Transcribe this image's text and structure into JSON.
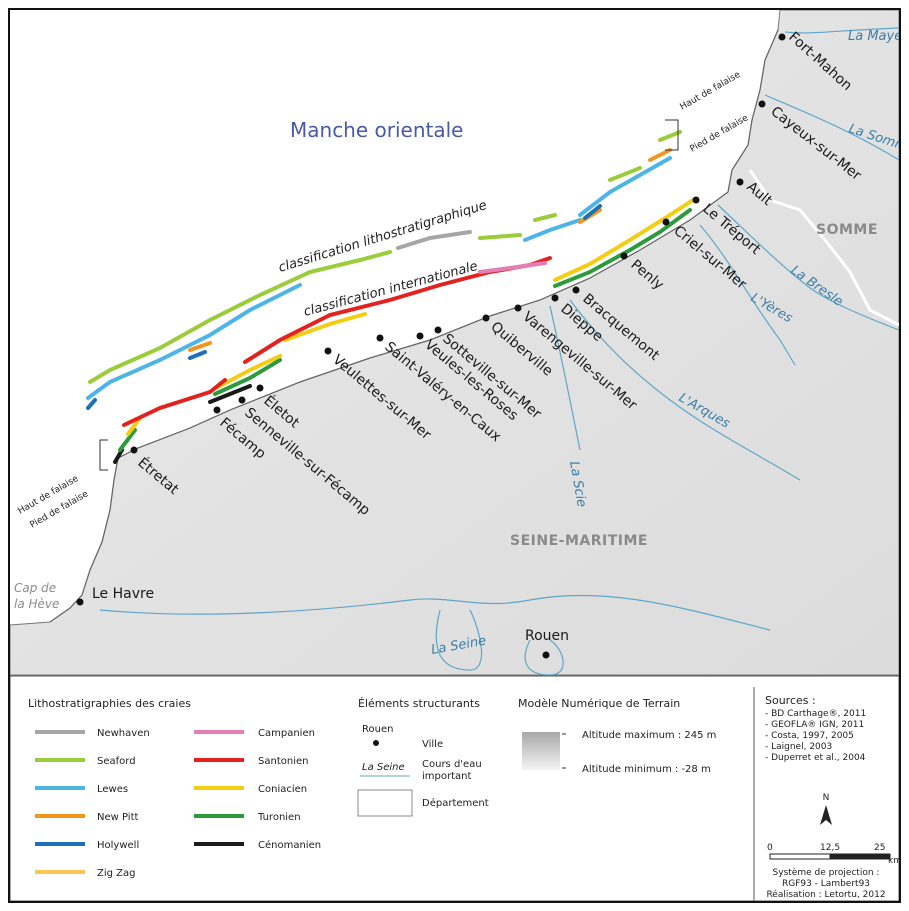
{
  "map": {
    "sea_label": "Manche orientale",
    "classification_litho": "classification lithostratigraphique",
    "classification_inter": "classification internationale",
    "cliff_top": "Haut de falaise",
    "cliff_foot": "Pied de falaise",
    "regions": {
      "somme": "SOMME",
      "seine_maritime": "SEINE-MARITIME"
    },
    "rivers": {
      "maye": "La Maye",
      "somme": "La Somme",
      "bresle": "La Bresle",
      "yeres": "L'Yères",
      "arques": "L'Arques",
      "scie": "La Scie",
      "seine": "La Seine"
    },
    "cape": [
      "Cap de",
      "la Hève"
    ],
    "towns": {
      "fort_mahon": "Fort-Mahon",
      "cayeux": "Cayeux-sur-Mer",
      "ault": "Ault",
      "le_treport": "Le Tréport",
      "criel": "Criel-sur-Mer",
      "penly": "Penly",
      "bracquemont": "Bracquemont",
      "dieppe": "Dieppe",
      "varengeville": "Varengeville-sur-Mer",
      "quiberville": "Quiberville",
      "sotteville": "Sotteville-sur-Mer",
      "veules": "Veules-les-Roses",
      "saint_valery": "Saint-Valéry-en-Caux",
      "veulettes": "Veulettes-sur-Mer",
      "eletot": "Életot",
      "senneville": "Senneville-sur-Fécamp",
      "fecamp": "Fécamp",
      "etretat": "Étretat",
      "le_havre": "Le Havre",
      "rouen": "Rouen"
    }
  },
  "colors": {
    "newhaven": "#a6a6a6",
    "seaford": "#9bcc3a",
    "lewes": "#4db4e6",
    "newpitt": "#f0961e",
    "holywell": "#1f6fb8",
    "zigzag": "#f7c65a",
    "campanien": "#e37fb5",
    "santonien": "#e3221f",
    "coniacien": "#f5cc14",
    "turonien": "#2c9b3c",
    "cenomanien": "#1a1a1a",
    "river": "#5fa6c9"
  },
  "legend": {
    "litho_title": "Lithostratigraphies des craies",
    "litho_items": [
      "Newhaven",
      "Seaford",
      "Lewes",
      "New Pitt",
      "Holywell",
      "Zig Zag"
    ],
    "inter_items": [
      "Campanien",
      "Santonien",
      "Coniacien",
      "Turonien",
      "Cénomanien"
    ],
    "elements_title": "Éléments structurants",
    "elem_city_sample": "Rouen",
    "elem_city": "Ville",
    "elem_river_sample": "La Seine",
    "elem_river": [
      "Cours d'eau",
      "important"
    ],
    "elem_dept": "Département",
    "mnt_title": "Modèle Numérique de Terrain",
    "alt_max": "Altitude maximum : 245 m",
    "alt_min": "Altitude minimum : -28 m",
    "sources_title": "Sources :",
    "sources": [
      "- BD Carthage®, 2011",
      "- GEOFLA® IGN, 2011",
      "- Costa, 1997, 2005",
      "- Laignel, 2003",
      "- Duperret et al., 2004"
    ],
    "north": "N",
    "scale": [
      "0",
      "12,5",
      "25",
      "km"
    ],
    "projection": [
      "Système de projection :",
      "RGF93 - Lambert93",
      "Réalisation : Letortu, 2012"
    ]
  }
}
